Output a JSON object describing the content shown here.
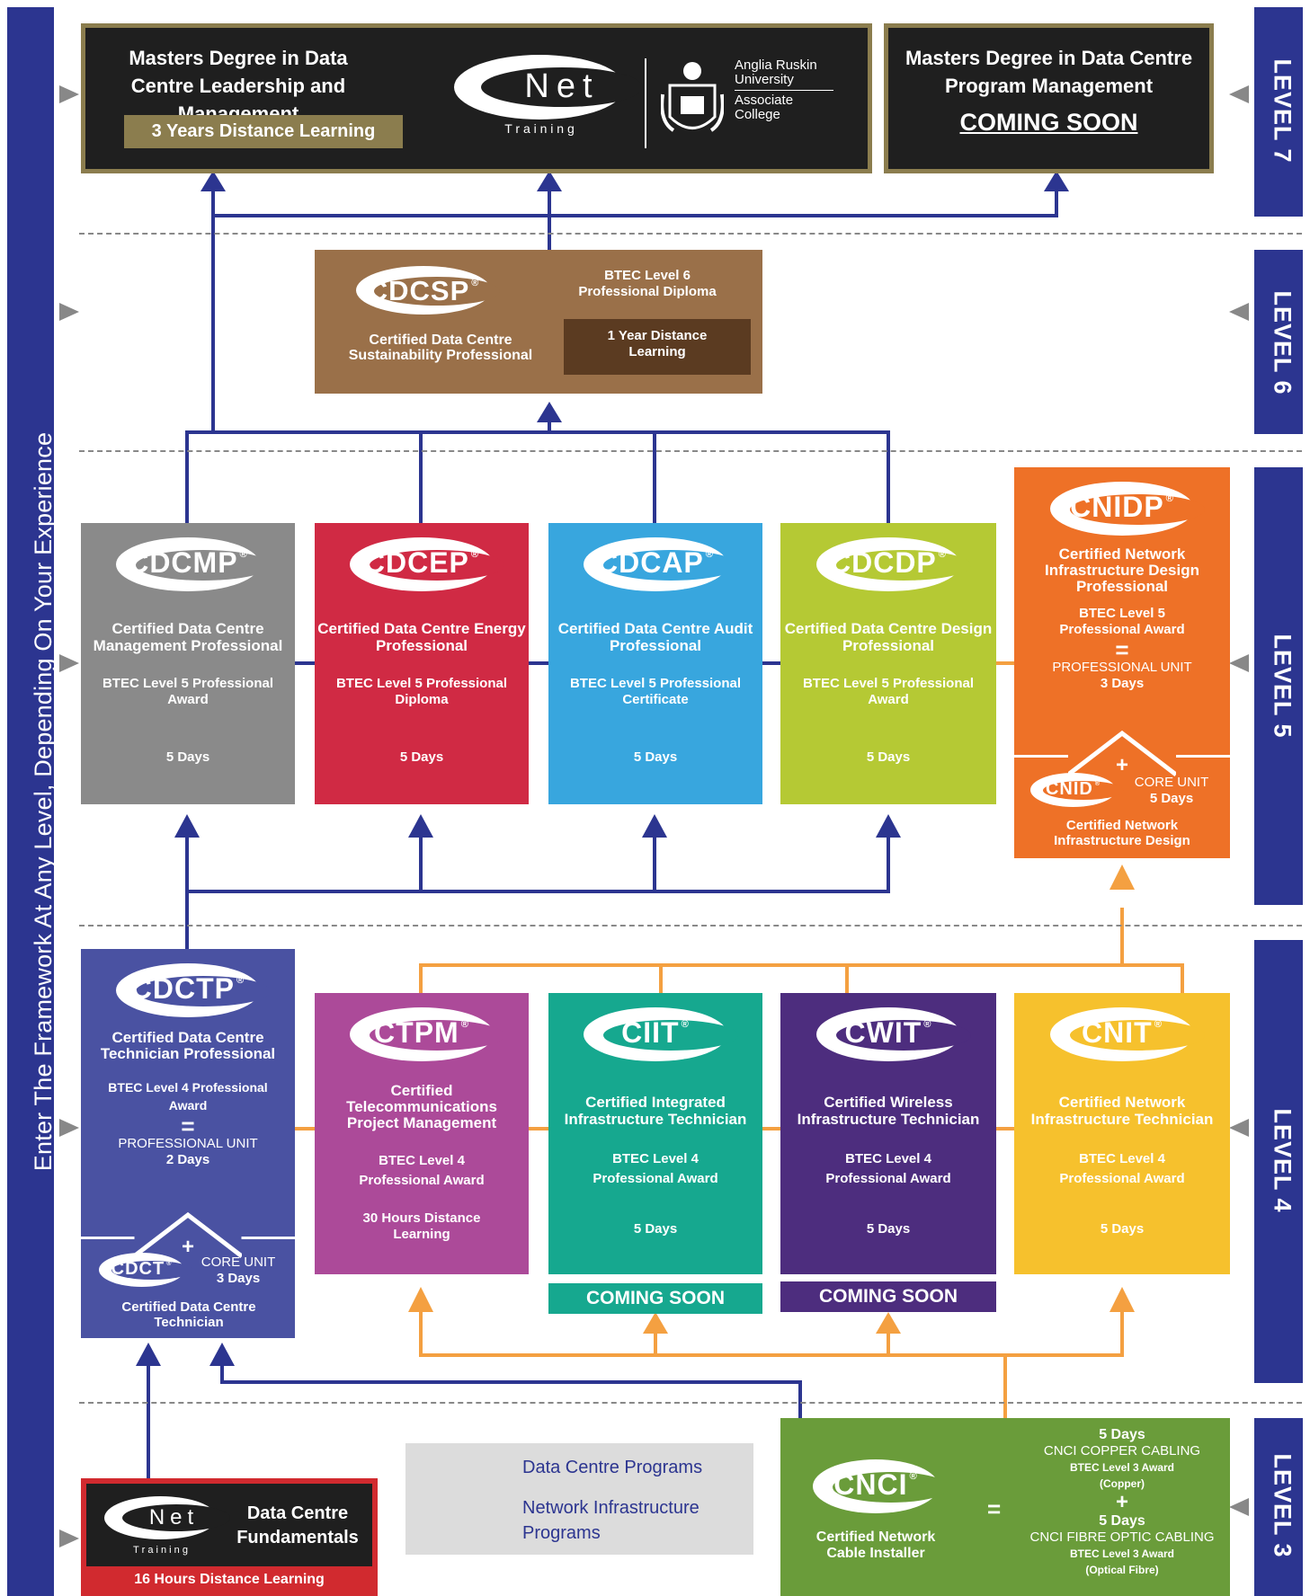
{
  "side_title": "Enter The Framework At Any Level, Depending On Your Experience",
  "levels": {
    "l7": "LEVEL 7",
    "l6": "LEVEL 6",
    "l5": "LEVEL 5",
    "l4": "LEVEL 4",
    "l3": "LEVEL 3"
  },
  "colors": {
    "data_centre": "#2c3590",
    "network": "#f4a041"
  },
  "masters1": {
    "title": "Masters Degree in Data Centre Leadership and Management",
    "duration": "3 Years Distance Learning",
    "cnet_logo": "Net",
    "cnet_sub": "T r a i n i n g",
    "aru_line1": "Anglia Ruskin",
    "aru_line2": "University",
    "aru_line3": "Associate",
    "aru_line4": "College"
  },
  "masters2": {
    "title": "Masters Degree in Data Centre Program Management",
    "status": "COMING SOON"
  },
  "cdcsp": {
    "acronym": "CDCSP",
    "name": "Certified Data Centre Sustainability Professional",
    "award": "BTEC Level 6 Professional Diploma",
    "duration": "1 Year Distance Learning"
  },
  "cdcmp": {
    "acronym": "CDCMP",
    "name": "Certified Data Centre Management Professional",
    "award": "BTEC Level 5 Professional Award",
    "days": "5 Days"
  },
  "cdcep": {
    "acronym": "CDCEP",
    "name": "Certified Data Centre Energy Professional",
    "award": "BTEC Level 5 Professional Diploma",
    "days": "5 Days"
  },
  "cdcap": {
    "acronym": "CDCAP",
    "name": "Certified Data Centre Audit Professional",
    "award": "BTEC Level 5 Professional Certificate",
    "days": "5 Days"
  },
  "cdcdp": {
    "acronym": "CDCDP",
    "name": "Certified Data Centre Design Professional",
    "award": "BTEC Level 5 Professional Award",
    "days": "5 Days"
  },
  "cnidp": {
    "acronym": "CNIDP",
    "name": "Certified Network Infrastructure Design Professional",
    "award": "BTEC Level 5 Professional Award",
    "equals": "=",
    "unit": "PROFESSIONAL UNIT",
    "unit_days": "3 Days",
    "plus": "+",
    "core_acronym": "CNID",
    "core_unit": "CORE UNIT",
    "core_days": "5 Days",
    "core_name": "Certified Network Infrastructure Design"
  },
  "cdctp": {
    "acronym": "CDCTP",
    "name": "Certified Data Centre Technician Professional",
    "award": "BTEC Level 4 Professional Award",
    "equals": "=",
    "unit": "PROFESSIONAL UNIT",
    "unit_days": "2 Days",
    "plus": "+",
    "core_acronym": "CDCT",
    "core_unit": "CORE UNIT",
    "core_days": "3 Days",
    "core_name": "Certified Data Centre Technician"
  },
  "ctpm": {
    "acronym": "CTPM",
    "name": "Certified Telecommunications Project Management",
    "award": "BTEC Level 4 Professional Award",
    "duration": "30 Hours Distance Learning"
  },
  "ciit": {
    "acronym": "CIIT",
    "name": "Certified Integrated Infrastructure Technician",
    "award": "BTEC Level 4 Professional Award",
    "days": "5 Days",
    "status": "COMING SOON"
  },
  "cwit": {
    "acronym": "CWIT",
    "name": "Certified Wireless Infrastructure Technician",
    "award": "BTEC Level 4 Professional Award",
    "days": "5 Days",
    "status": "COMING SOON"
  },
  "cnit": {
    "acronym": "CNIT",
    "name": "Certified Network Infrastructure Technician",
    "award": "BTEC Level 4 Professional Award",
    "days": "5 Days"
  },
  "fundamentals": {
    "cnet_logo": "Net",
    "cnet_sub": "T r a i n i n g",
    "title": "Data Centre Fundamentals",
    "duration": "16 Hours Distance Learning"
  },
  "legend": {
    "data_centre": "Data Centre Programs",
    "network": "Network Infrastructure Programs"
  },
  "cnci": {
    "acronym": "CNCI",
    "name": "Certified Network Cable Installer",
    "equals": "=",
    "plus": "+",
    "copper_days": "5 Days",
    "copper_title": "CNCI COPPER CABLING",
    "copper_award": "BTEC Level 3 Award",
    "copper_type": "(Copper)",
    "fibre_days": "5 Days",
    "fibre_title": "CNCI FIBRE OPTIC CABLING",
    "fibre_award": "BTEC Level 3 Award",
    "fibre_type": "(Optical Fibre)"
  }
}
